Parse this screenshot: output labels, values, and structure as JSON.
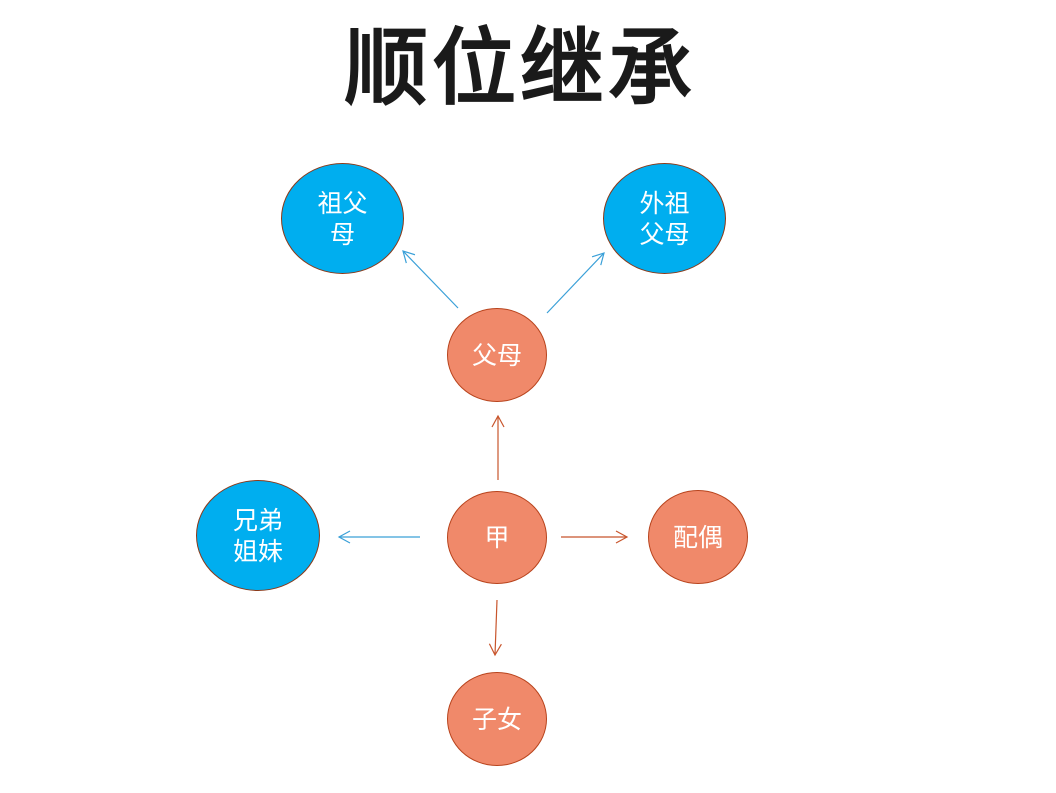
{
  "title": "顺位继承",
  "colors": {
    "blue_node": "#00aeef",
    "orange_node": "#f0896a",
    "blue_arrow": "#3aa0d8",
    "orange_arrow": "#c8552c"
  },
  "nodes": {
    "grandparents": "祖父\n母",
    "maternal_grandparents": "外祖\n父母",
    "parents": "父母",
    "self": "甲",
    "siblings": "兄弟\n姐妹",
    "spouse": "配偶",
    "children": "子女"
  }
}
